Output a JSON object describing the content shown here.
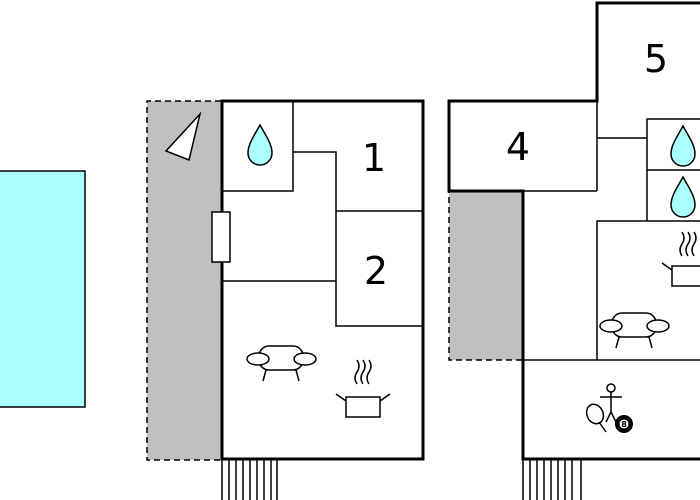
{
  "rooms": {
    "r1": "1",
    "r2": "2",
    "r4": "4",
    "r5": "5"
  },
  "billiard_ball": "8",
  "colors": {
    "pool": "#aaffff",
    "terrace": "#c0c0c0",
    "water": "#aaffff",
    "wall": "#000000"
  },
  "icons": [
    "compass-icon",
    "bathroom-icon",
    "sofa-icon",
    "kitchen-icon",
    "stairs-icon",
    "table-football-icon",
    "table-tennis-icon",
    "billiard-icon"
  ]
}
